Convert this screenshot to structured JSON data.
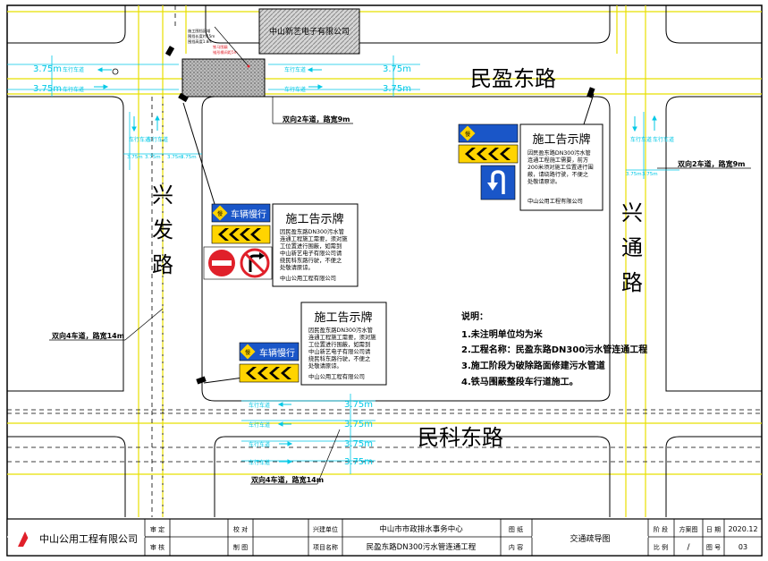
{
  "company_building": "中山新艺电子有限公司",
  "top_callout": [
    "施工围挡区域",
    "围挡长度约15m",
    "围挡高度1.8m",
    "铁马围蔽",
    "锥形桶间距5m"
  ],
  "roads": {
    "minying": "民盈东路",
    "minke": "民科东路",
    "xingfa": [
      "兴",
      "发",
      "路"
    ],
    "xingtong": [
      "兴",
      "通",
      "路"
    ]
  },
  "road_widths": {
    "minying": "双向2车道，路宽9m",
    "xingtong": "双向2车道，路宽9m",
    "xingfa": "双向4车道，路宽14m",
    "minke": "双向4车道，路宽14m"
  },
  "lane_width": "3.75m",
  "lane_dim_small": "3.75m",
  "lane_text": "车行车道",
  "signs": {
    "slow_text": "车辆慢行",
    "slow_badge": "慢",
    "board_title": "施工告示牌",
    "board_body": [
      "因民盈东路DN300污水管",
      "连通工程施工需要，须对施",
      "工位置进行围蔽，如需到",
      "中山新艺电子有限公司请",
      "绕民科东路行驶，不便之",
      "处敬请原谅。",
      "中山公用工程有限公司"
    ],
    "board_body_right": [
      "因民盈东路DN300污水管",
      "连通工程施工需要，前方",
      "200米须对施工位置进行围",
      "蔽，请绕路行驶，不便之",
      "处敬请原谅。",
      "",
      "中山公用工程有限公司"
    ]
  },
  "notes": {
    "title": "说明：",
    "items": [
      "1.未注明单位均为米",
      "2.工程名称：民盈东路DN300污水管连通工程",
      "3.施工阶段为破除路面修建污水管道",
      "4.铁马围蔽整段车行道施工。"
    ]
  },
  "title_block": {
    "company": "中山公用工程有限公司",
    "audit": "审 定",
    "review": "审 核",
    "check": "校 对",
    "draw": "制 图",
    "builder_label": "兴建单位",
    "builder": "中山市市政排水事务中心",
    "project_label": "项目名称",
    "project": "民盈东路DN300污水管连通工程",
    "drawing_label1": "图 纸",
    "drawing_label2": "内 容",
    "content": "交通疏导图",
    "stage_label": "阶 段",
    "stage": "方案图",
    "date_label": "日 期",
    "date": "2020.12",
    "scale_label": "比 例",
    "scale": "/",
    "sheet_label": "图 号",
    "sheet": "03"
  },
  "colors": {
    "lane": "#00c8e6",
    "centerline": "#e8e000",
    "sign_blue": "#1a56c8",
    "sign_yellow": "#ffd400",
    "logo_red": "#e0202a"
  }
}
